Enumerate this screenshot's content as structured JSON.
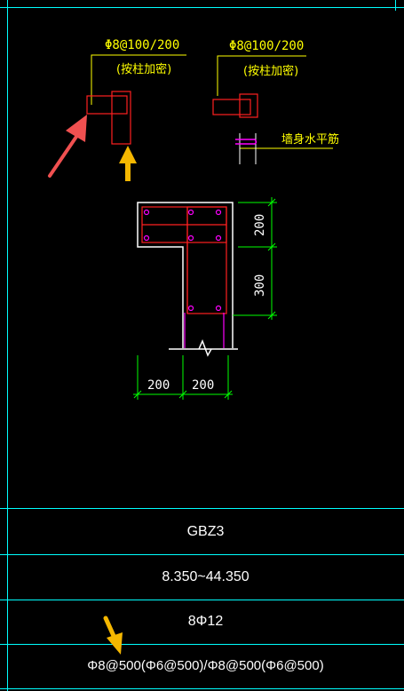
{
  "detail_left": {
    "callout_main": "Φ8@100/200",
    "callout_note": "(按柱加密)"
  },
  "detail_right": {
    "callout_main": "Φ8@100/200",
    "callout_note": "(按柱加密)",
    "wall_label": "墙身水平筋"
  },
  "section": {
    "dim_top": "200",
    "dim_mid": "300",
    "dim_bottom_left": "200",
    "dim_bottom_right": "200"
  },
  "table": {
    "name": "GBZ3",
    "elevation": "8.350~44.350",
    "longitudinal": "8Φ12",
    "stirrup": "Φ8@500(Φ6@500)/Φ8@500(Φ6@500)"
  },
  "colors": {
    "cad_green": "#00ff00",
    "cad_yellow": "#ffff00",
    "cad_red": "#ff2020",
    "cad_cyan": "#00ffff",
    "cad_magenta": "#ff00ff",
    "arrow_red": "#f05050",
    "arrow_yellow": "#f5b700"
  }
}
